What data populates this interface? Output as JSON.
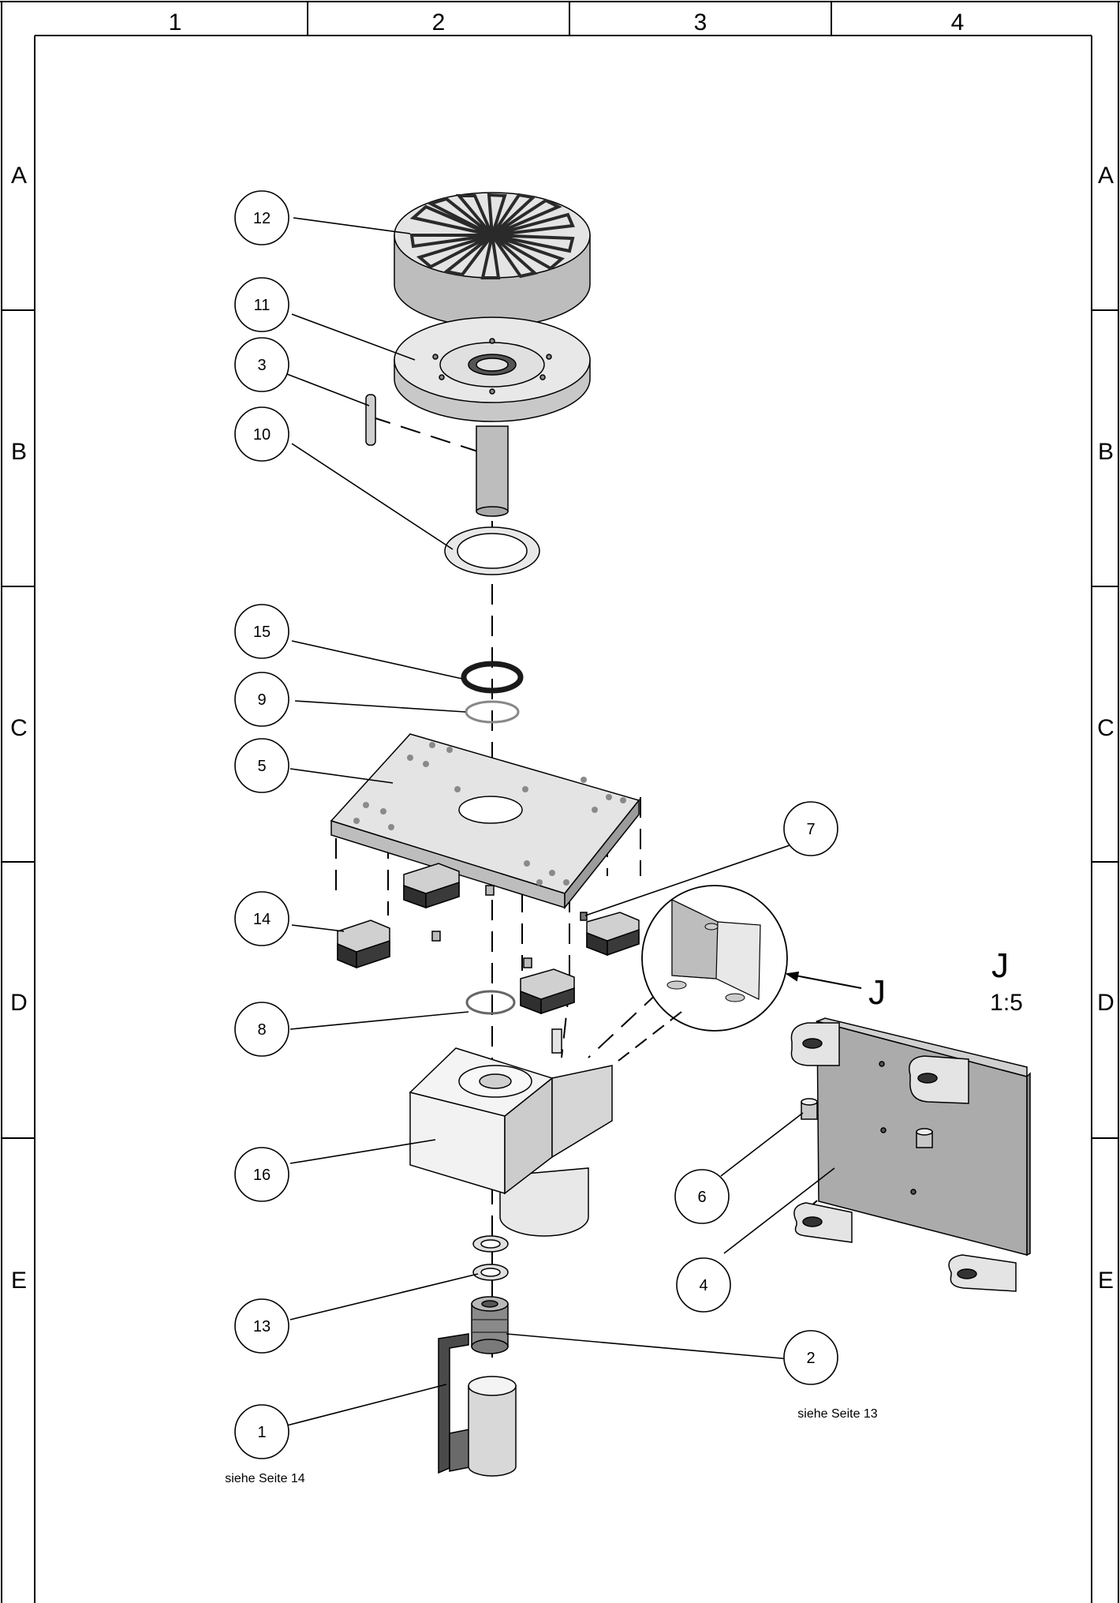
{
  "frame": {
    "columns": [
      "1",
      "2",
      "3",
      "4"
    ],
    "rows": [
      "A",
      "B",
      "C",
      "D",
      "E"
    ]
  },
  "balloons": [
    {
      "id": "b12",
      "label": "12"
    },
    {
      "id": "b11",
      "label": "11"
    },
    {
      "id": "b3",
      "label": "3"
    },
    {
      "id": "b10",
      "label": "10"
    },
    {
      "id": "b15",
      "label": "15"
    },
    {
      "id": "b9",
      "label": "9"
    },
    {
      "id": "b5",
      "label": "5"
    },
    {
      "id": "b7",
      "label": "7"
    },
    {
      "id": "b14",
      "label": "14"
    },
    {
      "id": "b8",
      "label": "8"
    },
    {
      "id": "b16",
      "label": "16"
    },
    {
      "id": "b6",
      "label": "6"
    },
    {
      "id": "b4",
      "label": "4"
    },
    {
      "id": "b13",
      "label": "13"
    },
    {
      "id": "b2",
      "label": "2"
    },
    {
      "id": "b1",
      "label": "1"
    }
  ],
  "notes": {
    "part2_ref": "siehe Seite 13",
    "part1_ref": "siehe Seite 14"
  },
  "detail_view": {
    "callout_letter": "J",
    "title": "J",
    "scale": "1:5"
  },
  "colors": {
    "line": "#000000",
    "part_light": "#e4e4e4",
    "part_mid": "#bdbdbd",
    "part_dark": "#7a7a7a",
    "part_black": "#2a2a2a"
  }
}
